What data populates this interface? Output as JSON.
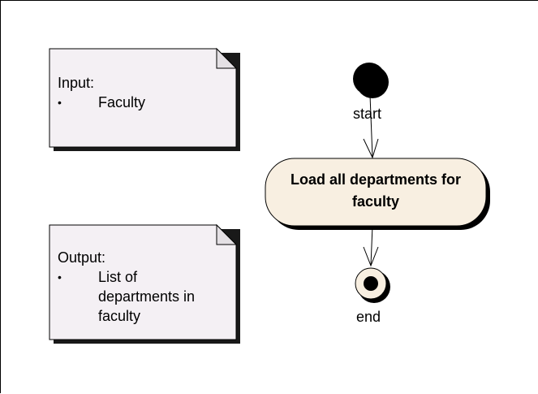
{
  "notes": {
    "input": {
      "title": "Input:",
      "bullet": "•",
      "item": "Faculty"
    },
    "output": {
      "title": "Output:",
      "bullet": "•",
      "item_lines": [
        "List of",
        "departments in",
        "faculty"
      ]
    }
  },
  "flow": {
    "start_label": "start",
    "action_label": "Load all departments for faculty",
    "end_label": "end"
  },
  "colors": {
    "note_fill": "#f4f0f4",
    "action_fill": "#f8efe1",
    "node_fill": "#000000",
    "end_ring_fill": "#f8efe1"
  }
}
